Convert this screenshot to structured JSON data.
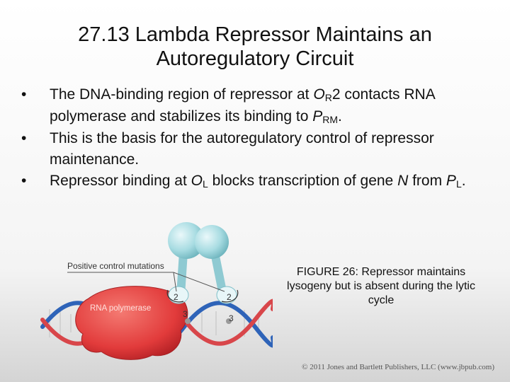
{
  "slide": {
    "title_line1": "27.13  Lambda Repressor Maintains an",
    "title_line2": "Autoregulatory Circuit",
    "bullets": [
      {
        "text_a": "The DNA-binding region of repressor at ",
        "o": "O",
        "o_sub": "R",
        "text_b": "2 contacts RNA polymerase and stabilizes its binding to ",
        "p": "P",
        "p_sub": "RM",
        "text_c": "."
      },
      {
        "text": "This is the basis for the autoregulatory control of repressor maintenance."
      },
      {
        "text_a": "Repressor binding at ",
        "o": "O",
        "o_sub": "L",
        "text_b": " blocks transcription of gene ",
        "gene": "N",
        "text_c": " from ",
        "p": "P",
        "p_sub": "L",
        "text_d": "."
      }
    ]
  },
  "figure": {
    "label_mutations": "Positive control mutations",
    "label_polymerase": "RNA polymerase",
    "site_numbers": [
      "2",
      "3",
      "2",
      "3"
    ],
    "caption": "FIGURE 26: Repressor maintains lysogeny but is absent during the lytic cycle"
  },
  "footer": {
    "copyright": "© 2011 Jones and Bartlett Publishers, LLC (www.jbpub.com)"
  },
  "colors": {
    "repressor": "#a8dce2",
    "polymerase": "#e23b3b",
    "dna_blue": "#2e63b8",
    "dna_red": "#d8464a"
  }
}
